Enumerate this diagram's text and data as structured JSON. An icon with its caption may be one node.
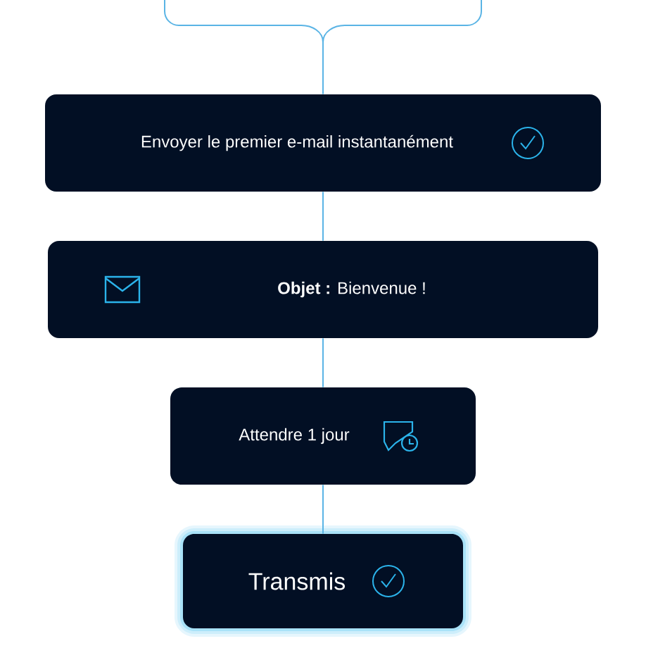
{
  "diagram": {
    "nodes": [
      {
        "text": [],
        "shape": "box"
      },
      {
        "text": [
          "Envoyer le premier e-mail instantanément"
        ]
      },
      {
        "text": [
          "**Objet :** Bienvenue !"
        ]
      },
      {
        "text": [
          "Attendre 1 jour"
        ]
      },
      {
        "text": [
          "Transmis"
        ]
      }
    ],
    "edges": [
      {
        "from": 0,
        "to": 1,
        "arrow": "none"
      },
      {
        "from": 1,
        "to": 2,
        "arrow": "none"
      },
      {
        "from": 2,
        "to": 3,
        "arrow": "none"
      },
      {
        "from": 3,
        "to": 4,
        "arrow": "none"
      }
    ]
  }
}
